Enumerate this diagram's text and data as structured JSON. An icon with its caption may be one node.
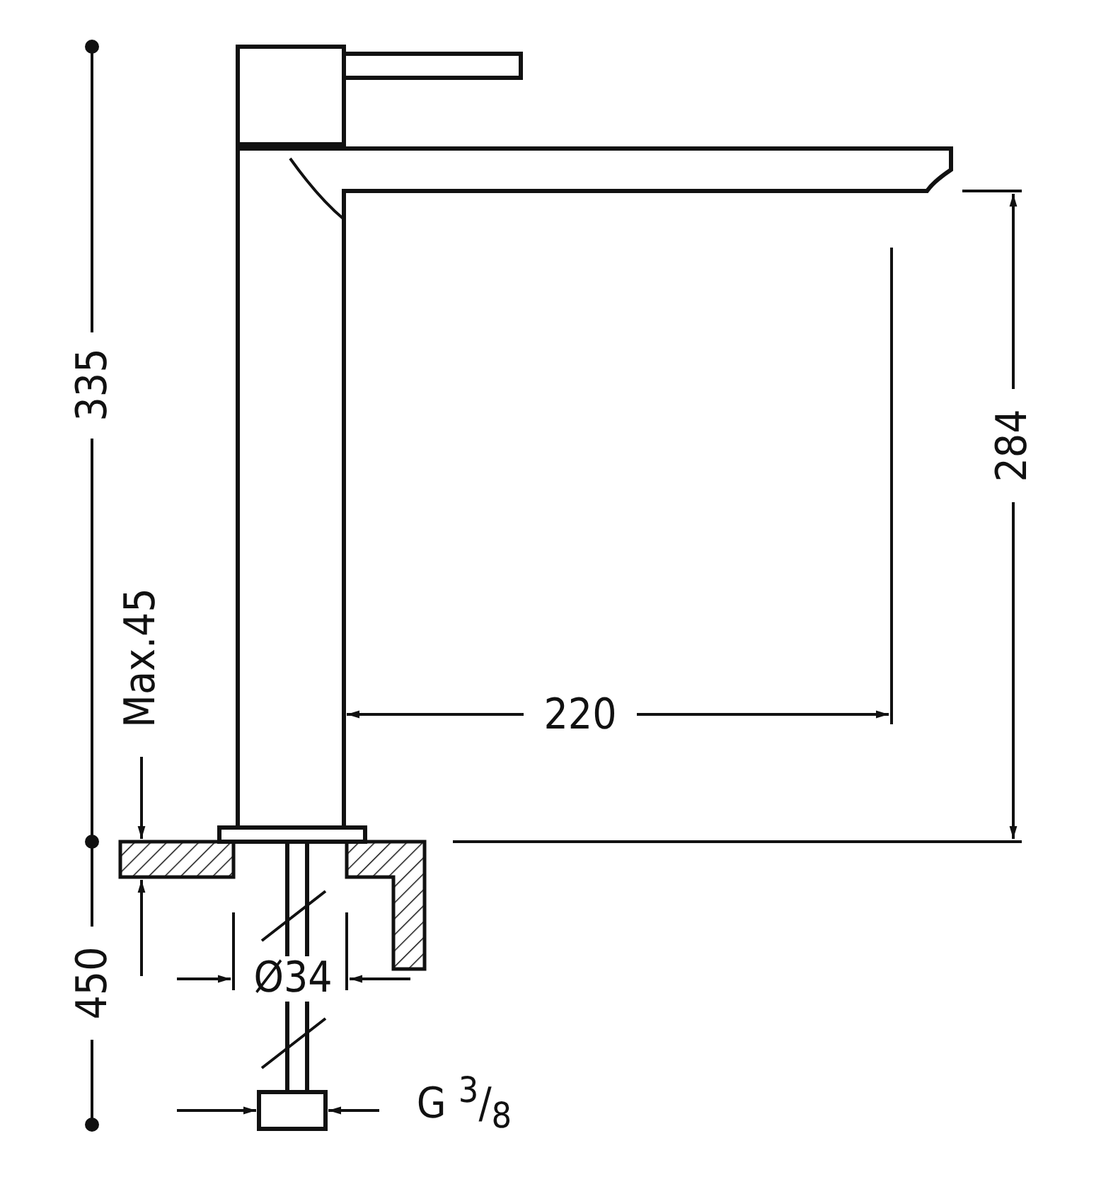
{
  "diagram": {
    "labels": [
      "335",
      "284",
      "220",
      "Max.45",
      "450",
      "Ø34",
      "G $^{3}$/$_{8}$"
    ]
  }
}
